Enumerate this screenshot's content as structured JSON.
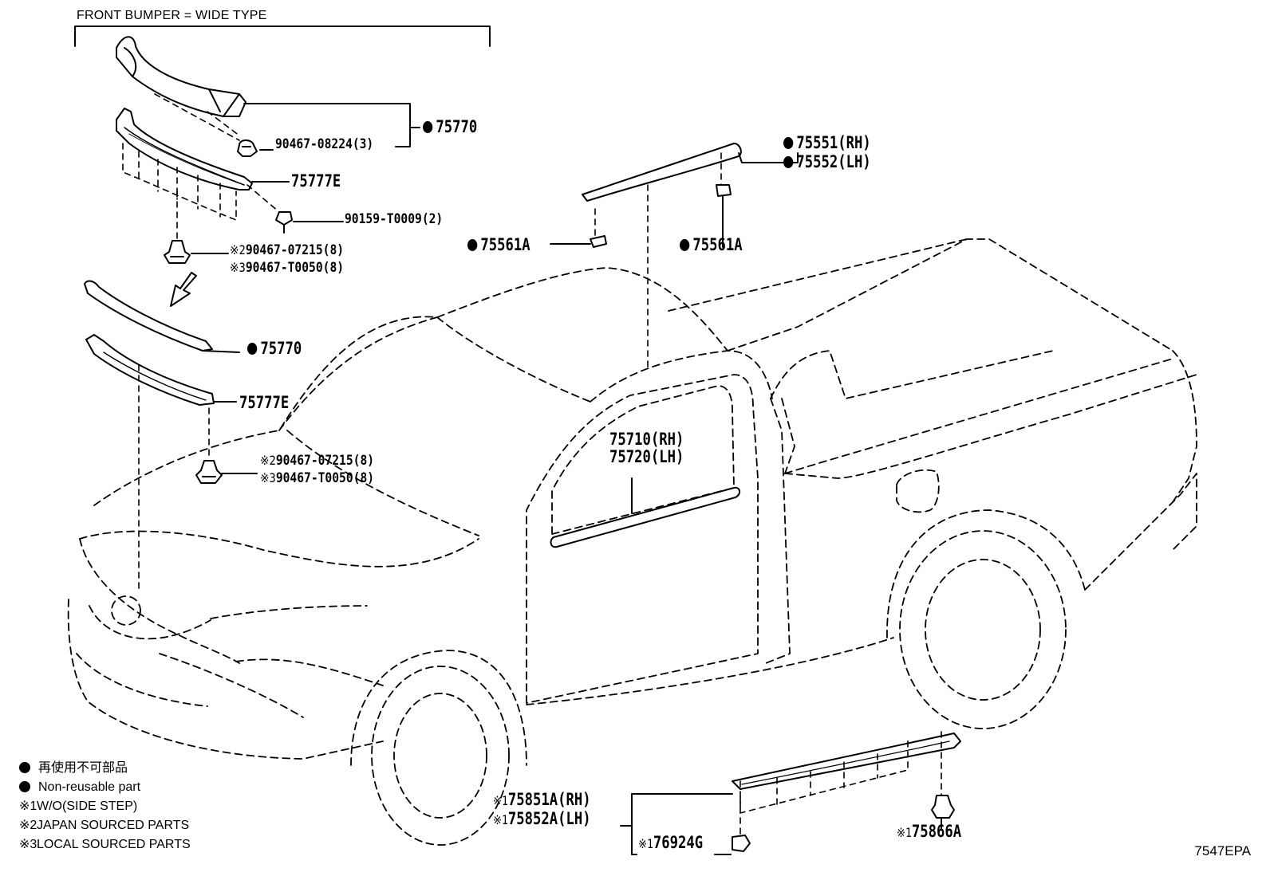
{
  "heading": "FRONT BUMPER = WIDE TYPE",
  "illustration_code": "7547EPA",
  "labels": {
    "p75770_top": "75770",
    "p90467_08224": "90467-08224(3)",
    "p75777E_top": "75777E",
    "p90159": "90159-T0009(2)",
    "p90467_07215_top_mark": "※2",
    "p90467_07215_top": "90467-07215(8)",
    "p90467_T0050_top_mark": "※3",
    "p90467_T0050_top": "90467-T0050(8)",
    "p75770_mid": "75770",
    "p75777E_mid": "75777E",
    "p90467_07215_mid_mark": "※2",
    "p90467_07215_mid": "90467-07215(8)",
    "p90467_T0050_mid_mark": "※3",
    "p90467_T0050_mid": "90467-T0050(8)",
    "p75551": "75551(RH)",
    "p75552": "75552(LH)",
    "p75561A_left": "75561A",
    "p75561A_right": "75561A",
    "p75710": "75710(RH)",
    "p75720": "75720(LH)",
    "p75851A_mark": "※1",
    "p75851A": "75851A(RH)",
    "p75852A_mark": "※1",
    "p75852A": "75852A(LH)",
    "p76924G_mark": "※1",
    "p76924G": "76924G",
    "p75866A_mark": "※1",
    "p75866A": "75866A"
  },
  "legend": [
    {
      "mark": "dot",
      "text": "再使用不可部品"
    },
    {
      "mark": "dot",
      "text": "Non-reusable part"
    },
    {
      "mark": "※1",
      "text": "W/O(SIDE STEP)"
    },
    {
      "mark": "※2",
      "text": "JAPAN SOURCED PARTS"
    },
    {
      "mark": "※3",
      "text": "LOCAL SOURCED PARTS"
    }
  ]
}
